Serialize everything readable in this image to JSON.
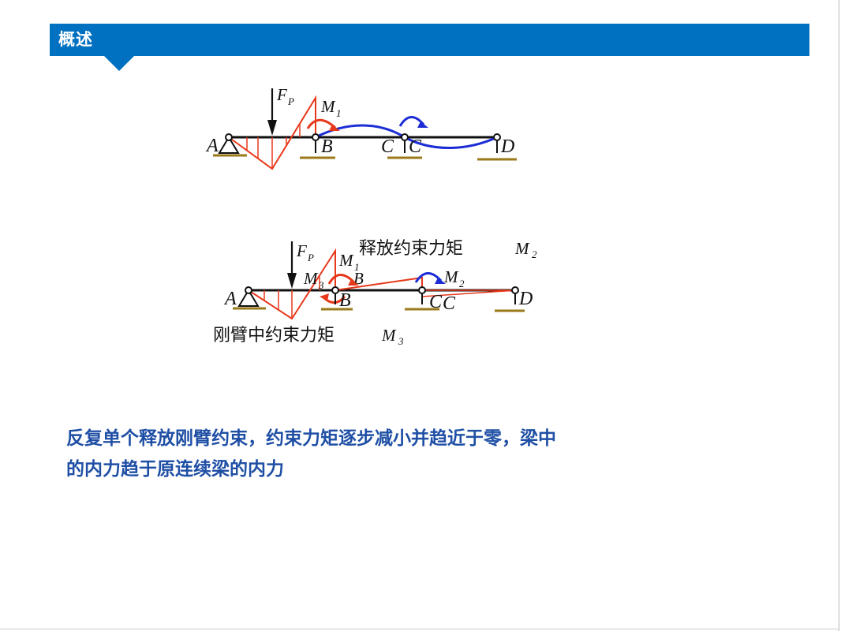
{
  "header": {
    "title": "概述"
  },
  "figure1": {
    "load_label": "F",
    "load_sub": "P",
    "moment_label": "M",
    "moment_sub": "1",
    "node_a": "A",
    "node_b": "B",
    "node_c1": "C",
    "node_c2": "C",
    "node_d": "D"
  },
  "figure2": {
    "release_label": "释放约束力矩",
    "release_moment": "M",
    "release_moment_sub": "2",
    "load_label": "F",
    "load_sub": "P",
    "m1_label": "M",
    "m1_sub": "1",
    "m3_label": "M",
    "m3_sub": "3",
    "m2_label": "M",
    "m2_sub": "2",
    "node_a": "A",
    "node_b_top": "B",
    "node_b": "B",
    "node_c1": "C",
    "node_c2": "C",
    "node_d": "D",
    "rigid_label": "刚臂中约束力矩",
    "rigid_moment": "M",
    "rigid_moment_sub": "3"
  },
  "summary": {
    "line1": "反复单个释放刚臂约束，约束力矩逐步减小并趋近于零，梁中",
    "line2": "的内力趋于原连续梁的内力"
  },
  "colors": {
    "title_bar": "#0070c0",
    "summary_text": "#1f4fa5",
    "moment_red": "#e8381b",
    "moment_blue": "#1c2dd6",
    "support_hatch": "#9a7a1a"
  }
}
